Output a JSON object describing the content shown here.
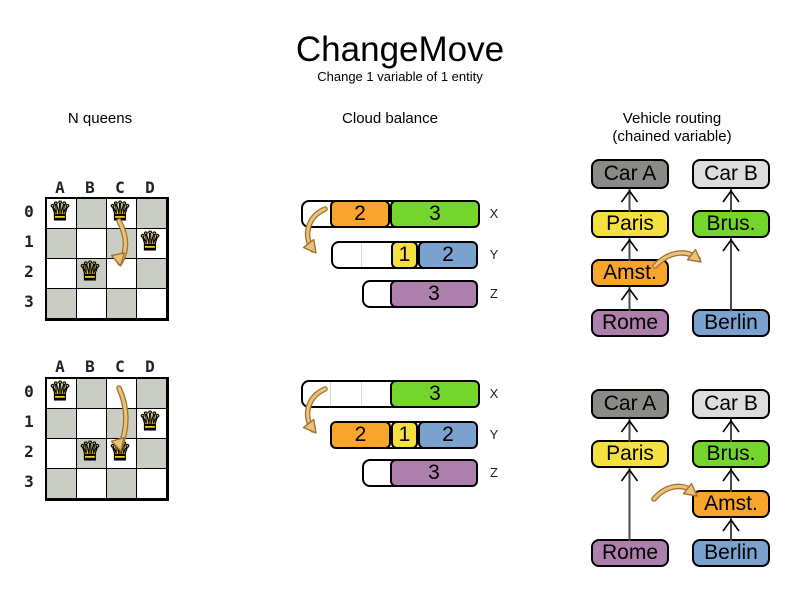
{
  "title": "ChangeMove",
  "subtitle": "Change 1 variable of 1 entity",
  "columns": {
    "nqueens": {
      "header": "N queens"
    },
    "cloud": {
      "header": "Cloud balance"
    },
    "vehicle": {
      "header": "Vehicle routing",
      "subheader": "(chained variable)"
    }
  },
  "nqueens": {
    "col_labels": [
      "A",
      "B",
      "C",
      "D"
    ],
    "row_labels": [
      "0",
      "1",
      "2",
      "3"
    ],
    "queen_icon": "♛",
    "before": {
      "queen_cells": [
        "A0",
        "C0",
        "D1",
        "B2"
      ]
    },
    "after": {
      "queen_cells": [
        "A0",
        "D1",
        "B2",
        "C2"
      ]
    },
    "move": {
      "from": "C0",
      "to": "C2"
    }
  },
  "cloud": {
    "row_labels": [
      "X",
      "Y",
      "Z"
    ],
    "before": {
      "x": [
        {
          "value": "2",
          "color": "#F9A42C"
        },
        {
          "value": "3",
          "color": "#74D62C"
        }
      ],
      "y": [
        {
          "value": "1",
          "color": "#F5E042"
        },
        {
          "value": "2",
          "color": "#7BA1CE"
        }
      ],
      "z": [
        {
          "value": "3",
          "color": "#AC7FAC"
        }
      ]
    },
    "after": {
      "x": [
        {
          "value": "3",
          "color": "#74D62C"
        }
      ],
      "y": [
        {
          "value": "2",
          "color": "#F9A42C"
        },
        {
          "value": "1",
          "color": "#F5E042"
        },
        {
          "value": "2",
          "color": "#7BA1CE"
        }
      ],
      "z": [
        {
          "value": "3",
          "color": "#AC7FAC"
        }
      ]
    },
    "move": {
      "process": "2",
      "from": "X",
      "to": "Y"
    }
  },
  "vehicle": {
    "boxes": {
      "carA": "Car A",
      "carB": "Car B",
      "paris": "Paris",
      "brus": "Brus.",
      "amst": "Amst.",
      "rome": "Rome",
      "berlin": "Berlin"
    },
    "before": {
      "chainA": [
        "Rome",
        "Amst.",
        "Paris",
        "Car A"
      ],
      "chainB": [
        "Berlin",
        "Brus.",
        "Car B"
      ]
    },
    "after": {
      "chainA": [
        "Rome",
        "Paris",
        "Car A"
      ],
      "chainB": [
        "Berlin",
        "Amst.",
        "Brus.",
        "Car B"
      ]
    },
    "move": {
      "entity": "Amst.",
      "from": "chain A",
      "to": "chain B"
    }
  },
  "colors": {
    "board_gray": "#C9CDC3",
    "queen_gold": "#F4CE1C",
    "orange": "#F9A42C",
    "green": "#74D62C",
    "yellow": "#F5E042",
    "blue": "#7BA1CE",
    "purple": "#AC7FAC",
    "car_a_gray": "#8A8A86",
    "car_b_gray": "#DBDEDA",
    "move_arrow_fill": "#ECC27A",
    "move_arrow_border": "#9E7430"
  }
}
